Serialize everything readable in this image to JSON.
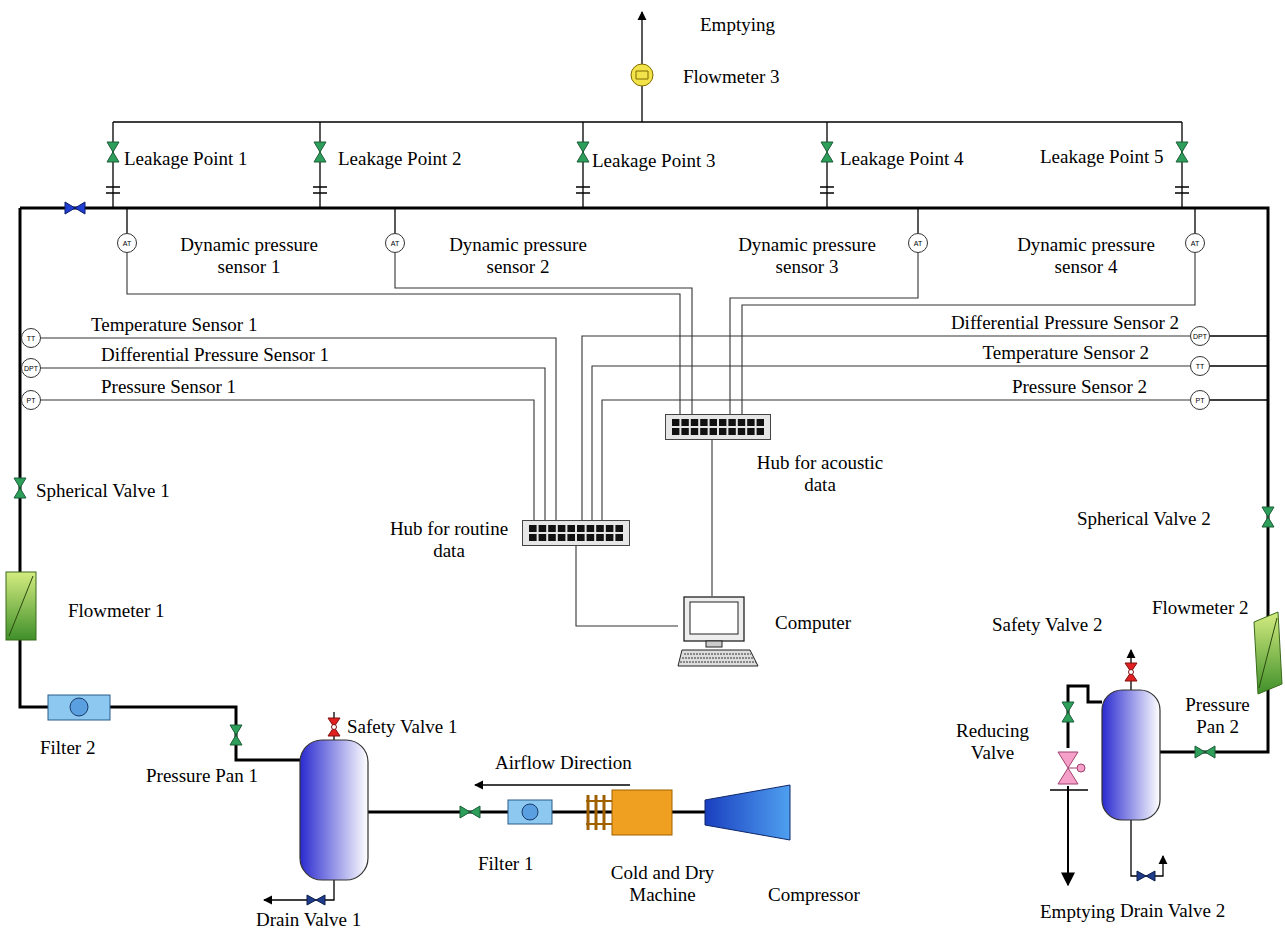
{
  "diagram": {
    "nodes": [
      {
        "text": [
          "AT",
          "Dynamic pressure sensor 1"
        ]
      },
      {
        "text": [
          "AT",
          "Dynamic pressure sensor 2"
        ]
      },
      {
        "text": [
          "AT",
          "Dynamic pressure sensor 3"
        ]
      },
      {
        "text": [
          "AT",
          "Dynamic pressure sensor 4"
        ]
      },
      {
        "text": [
          "TT",
          "Temperature Sensor 1"
        ]
      },
      {
        "text": [
          "DPT",
          "Differential Pressure Sensor 2"
        ]
      },
      {
        "text": [
          "DPT",
          "Differential Pressure Sensor 1"
        ]
      },
      {
        "text": [
          "TT",
          "Temperature Sensor 2"
        ]
      },
      {
        "text": [
          "PT",
          "Pressure Sensor 1"
        ]
      },
      {
        "text": [
          "PT",
          "Pressure Sensor 2"
        ]
      },
      {
        "text": [
          "Hub for acoustic data"
        ]
      },
      {
        "text": [
          "Hub for routine data"
        ]
      },
      {
        "text": [
          "Computer"
        ]
      }
    ],
    "edges": [
      {
        "from": 0,
        "to": 10,
        "arrow": "none"
      },
      {
        "from": 1,
        "to": 10,
        "arrow": "none"
      },
      {
        "from": 2,
        "to": 10,
        "arrow": "none"
      },
      {
        "from": 3,
        "to": 10,
        "arrow": "none"
      },
      {
        "from": 4,
        "to": 11,
        "arrow": "none"
      },
      {
        "from": 5,
        "to": 11,
        "arrow": "none"
      },
      {
        "from": 6,
        "to": 11,
        "arrow": "none"
      },
      {
        "from": 7,
        "to": 11,
        "arrow": "none"
      },
      {
        "from": 8,
        "to": 11,
        "arrow": "none"
      },
      {
        "from": 9,
        "to": 11,
        "arrow": "none"
      },
      {
        "from": 11,
        "to": 12,
        "arrow": "none"
      },
      {
        "from": 10,
        "to": 12,
        "arrow": "none"
      }
    ],
    "labels": [
      "Emptying",
      "Flowmeter 3",
      "Leakage Point 1",
      "Leakage Point 2",
      "Leakage Point 3",
      "Leakage Point 4",
      "Leakage Point 5",
      "Spherical Valve 1",
      "Spherical Valve 2",
      "Flowmeter 1",
      "Safety Valve 2",
      "Flowmeter 2",
      "Pressure Pan 2",
      "Filter 2",
      "Safety Valve 1",
      "Reducing Valve",
      "Airflow Direction",
      "Pressure Pan 1",
      "Drain Valve 2",
      "Filter 1",
      "Cold and Dry Machine",
      "Compressor",
      "Emptying",
      "Drain Valve 1"
    ]
  }
}
